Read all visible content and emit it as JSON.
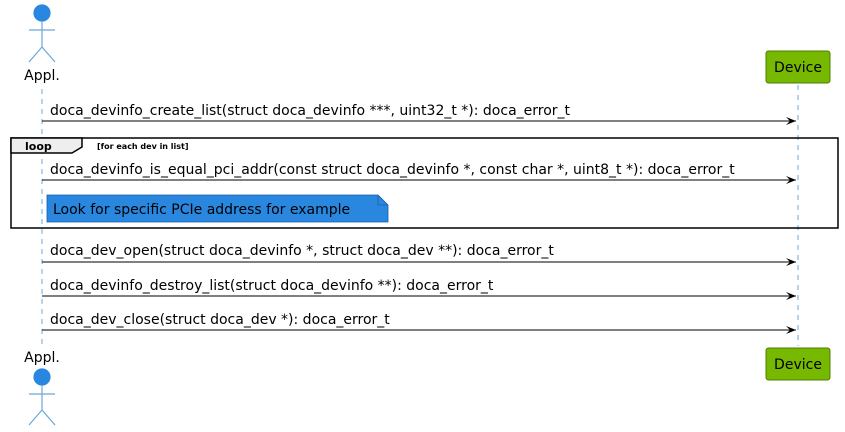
{
  "participants": {
    "appl": {
      "label": "Appl."
    },
    "device": {
      "label": "Device"
    }
  },
  "messages": [
    {
      "text": "doca_devinfo_create_list(struct doca_devinfo ***, uint32_t *): doca_error_t"
    },
    {
      "text": "doca_devinfo_is_equal_pci_addr(const struct doca_devinfo *, const char *, uint8_t *): doca_error_t"
    },
    {
      "text": "doca_dev_open(struct doca_devinfo *, struct doca_dev **): doca_error_t"
    },
    {
      "text": "doca_devinfo_destroy_list(struct doca_devinfo **): doca_error_t"
    },
    {
      "text": "doca_dev_close(struct doca_dev *): doca_error_t"
    }
  ],
  "loop": {
    "keyword": "loop",
    "guard": "[for each dev in list]"
  },
  "note": {
    "text": "Look for specific PCIe address for example"
  },
  "colors": {
    "actor_fill": "#2a87e0",
    "actor_stroke": "#2a87e0",
    "participant_fill": "#76b900",
    "participant_stroke": "#4e7c00",
    "lifeline": "#6aa7d8",
    "note_fill": "#2a87e0",
    "arrow": "#000000"
  }
}
